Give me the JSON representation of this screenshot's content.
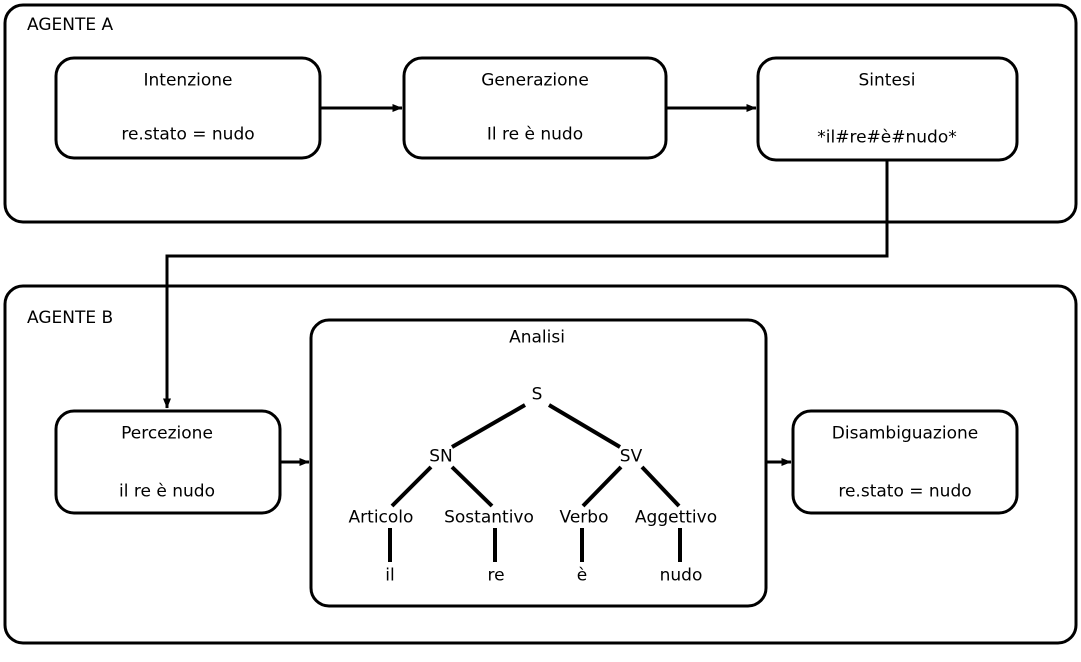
{
  "diagram": {
    "title_agent_a": "AGENTE A",
    "title_agent_b": "AGENTE B",
    "stroke_color": "#000000",
    "background_color": "#ffffff"
  },
  "agent_a": {
    "label": "AGENTE A",
    "boxes": [
      {
        "title": "Intenzione",
        "subtitle": "re.stato = nudo"
      },
      {
        "title": "Generazione",
        "subtitle": "Il re è nudo"
      },
      {
        "title": "Sintesi",
        "subtitle": "*il#re#è#nudo*"
      }
    ]
  },
  "agent_b": {
    "label": "AGENTE B",
    "perception": {
      "title": "Percezione",
      "subtitle": "il re è nudo"
    },
    "analysis": {
      "title": "Analisi"
    },
    "disambiguation": {
      "title": "Disambiguazione",
      "subtitle": "re.stato = nudo"
    }
  },
  "parse_tree": {
    "root": "S",
    "phrases": [
      {
        "label": "SN"
      },
      {
        "label": "SV"
      }
    ],
    "pos_tags": [
      {
        "label": "Articolo"
      },
      {
        "label": "Sostantivo"
      },
      {
        "label": "Verbo"
      },
      {
        "label": "Aggettivo"
      }
    ],
    "terminals": [
      {
        "word": "il"
      },
      {
        "word": "re"
      },
      {
        "word": "è"
      },
      {
        "word": "nudo"
      }
    ]
  }
}
